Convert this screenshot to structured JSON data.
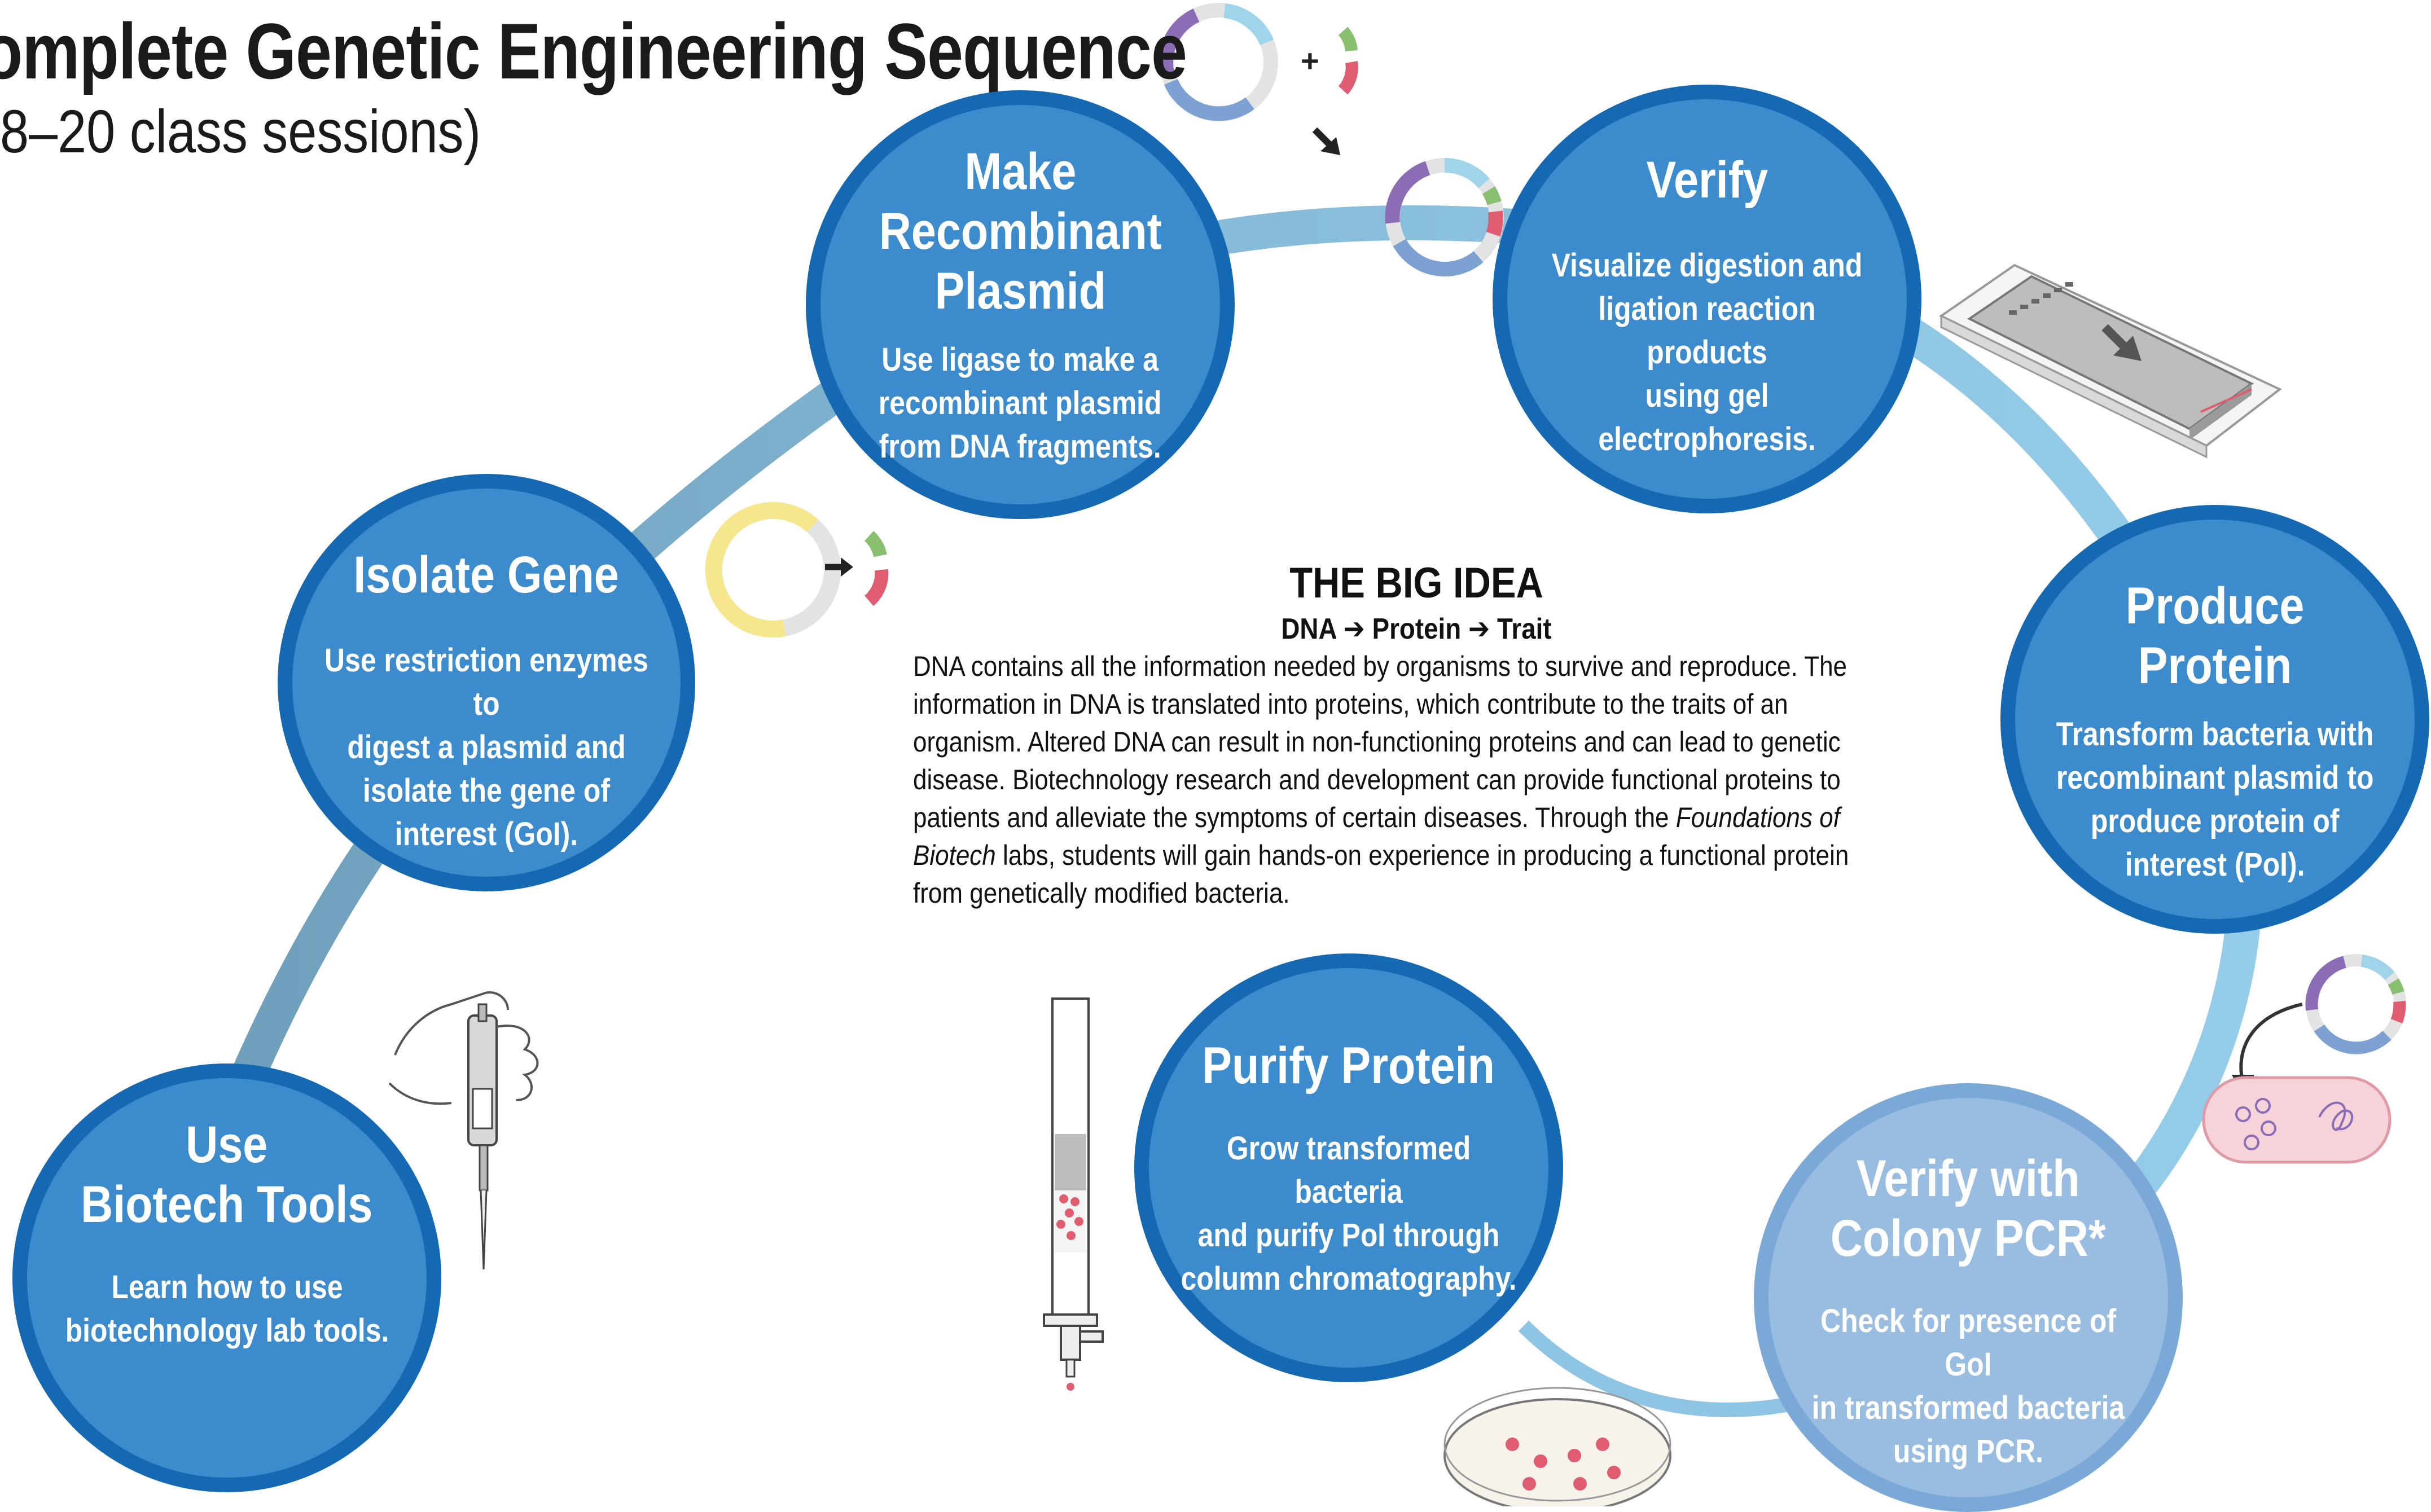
{
  "header": {
    "title": "omplete Genetic Engineering Sequence",
    "subtitle": "8–20 class sessions)"
  },
  "steps": [
    {
      "title": "Use\nBiotech Tools",
      "desc": "Learn how to use\nbiotechnology lab tools."
    },
    {
      "title": "Isolate Gene",
      "desc": "Use restriction enzymes to\ndigest a plasmid and\nisolate the gene of\ninterest (GoI)."
    },
    {
      "title": "Make\nRecombinant\nPlasmid",
      "desc": "Use ligase to make a\nrecombinant plasmid\nfrom DNA fragments."
    },
    {
      "title": "Verify",
      "desc": "Visualize digestion and\nligation reaction products\nusing gel\nelectrophoresis."
    },
    {
      "title": "Produce\nProtein",
      "desc": "Transform bacteria with\nrecombinant plasmid to\nproduce protein of\ninterest (PoI)."
    },
    {
      "title": "Verify with\nColony PCR*",
      "desc": "Check for presence of GoI\nin transformed bacteria\nusing PCR."
    },
    {
      "title": "Purify Protein",
      "desc": "Grow transformed bacteria\nand purify PoI through\ncolumn chromatography."
    }
  ],
  "big_idea": {
    "title": "THE BIG IDEA",
    "subtitle": "DNA ➔ Protein ➔ Trait",
    "body_before_italic": "DNA contains all the information needed by organisms to survive and reproduce. The information in DNA is translated into proteins, which contribute to the traits of an organism. Altered DNA can result in non-functioning proteins and can lead to genetic disease. Biotechnology research and development can provide functional proteins to patients and alleviate the symptoms of certain diseases. Through the ",
    "body_italic": "Foundations of Biotech",
    "body_after_italic": " labs, students will gain hands-on experience in producing a functional protein from genetically modified bacteria."
  },
  "symbols": {
    "plus": "+"
  },
  "colors": {
    "node_fill": "#3c8bcc",
    "node_border": "#1568b2",
    "node_light_fill": "#99bde0",
    "node_light_border": "#7aa9d8",
    "arc": "#8ec4e4",
    "plasmid_purple": "#8a6db5",
    "plasmid_blue": "#7ea1d4",
    "plasmid_cyan": "#9fd4ea",
    "plasmid_yellow": "#f7e78c",
    "plasmid_green": "#88c070",
    "plasmid_red": "#e05c70"
  },
  "icons": [
    "pipette-icon",
    "plasmid-icon",
    "gel-box-icon",
    "bacteria-dish-icon",
    "petri-dish-icon",
    "chromatography-column-icon",
    "arrow-icon"
  ]
}
